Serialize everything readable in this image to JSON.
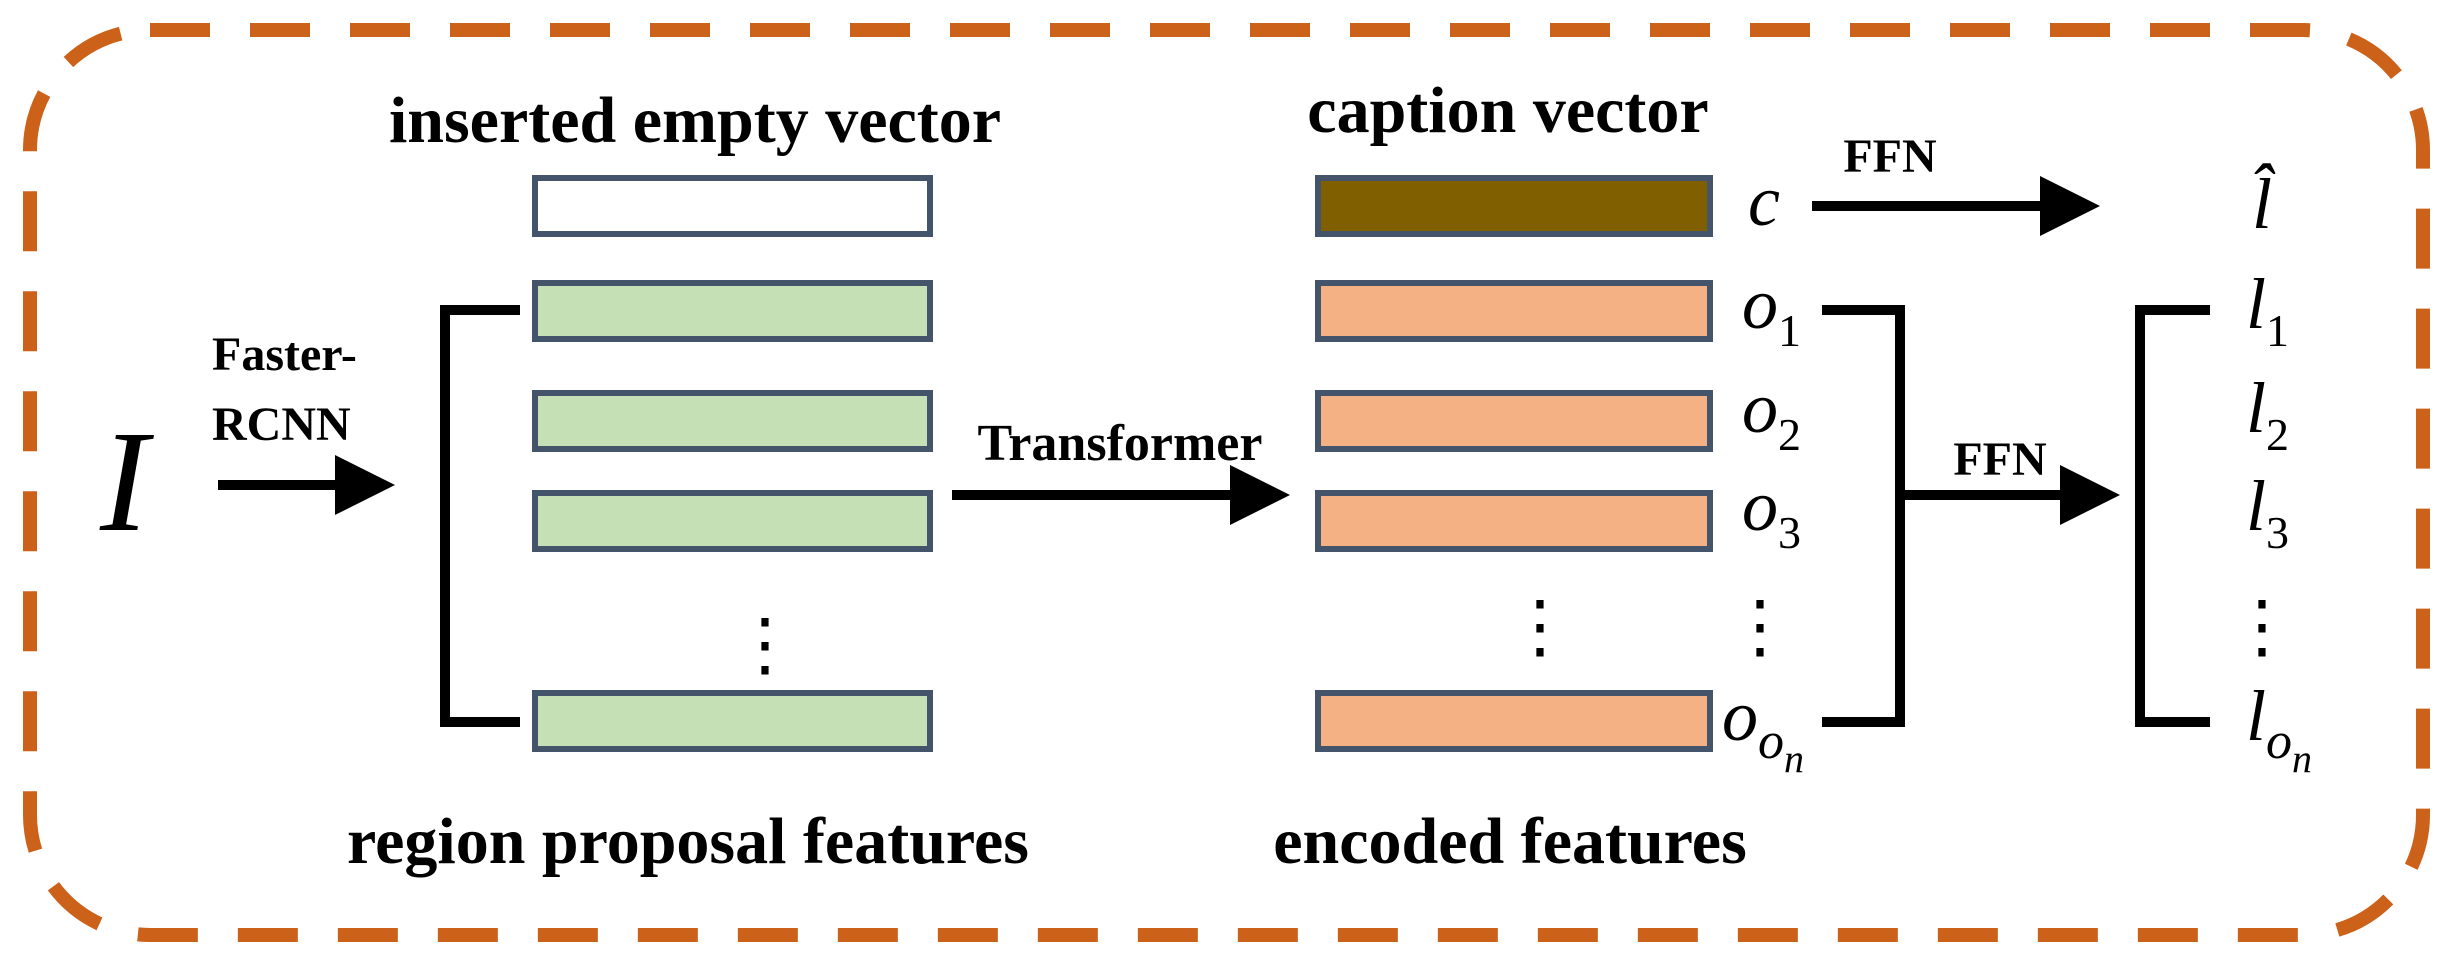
{
  "labels": {
    "inserted_empty_vector": "inserted empty vector",
    "caption_vector": "caption vector",
    "region_proposal_features": "region proposal features",
    "encoded_features": "encoded features",
    "faster_rcnn_line1": "Faster-",
    "faster_rcnn_line2": "RCNN",
    "transformer": "Transformer",
    "ffn_top": "FFN",
    "ffn_bottom": "FFN"
  },
  "symbols": {
    "input_image": "I",
    "caption": "c",
    "l_hat": "l̂",
    "o": "o",
    "l": "l",
    "sub_1": "1",
    "sub_2": "2",
    "sub_3": "3",
    "sub_o": "o",
    "sub_n": "n",
    "vdots": "⋮"
  },
  "colors": {
    "border_dash": "#cc6119",
    "empty_vector_fill": "#ffffff",
    "caption_vector_fill": "#7f5f00",
    "region_feature_fill": "#c5e0b4",
    "encoded_feature_fill": "#f4b183",
    "box_stroke": "#44546a",
    "arrow": "#000000"
  }
}
